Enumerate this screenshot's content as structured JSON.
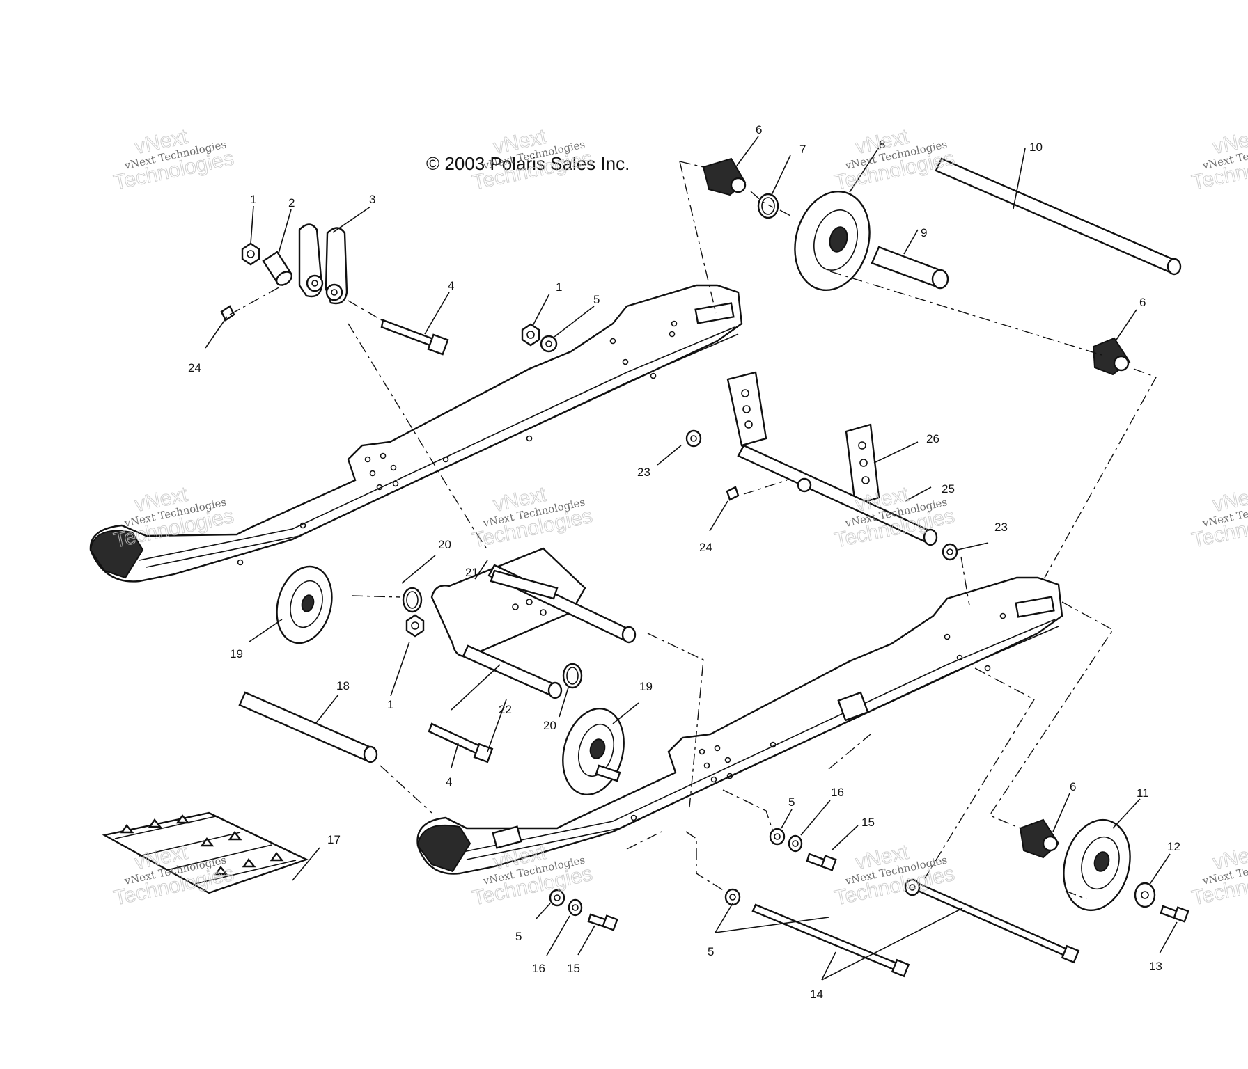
{
  "copyright": "© 2003 Polaris Sales Inc.",
  "watermark": {
    "line1": "vNext",
    "line2": "vNext Technologies",
    "line3": "Technologies"
  },
  "callouts": [
    "1",
    "2",
    "3",
    "4",
    "5",
    "6",
    "7",
    "8",
    "9",
    "10",
    "11",
    "12",
    "13",
    "14",
    "15",
    "16",
    "17",
    "18",
    "19",
    "20",
    "21",
    "22",
    "23",
    "24",
    "25",
    "26"
  ]
}
